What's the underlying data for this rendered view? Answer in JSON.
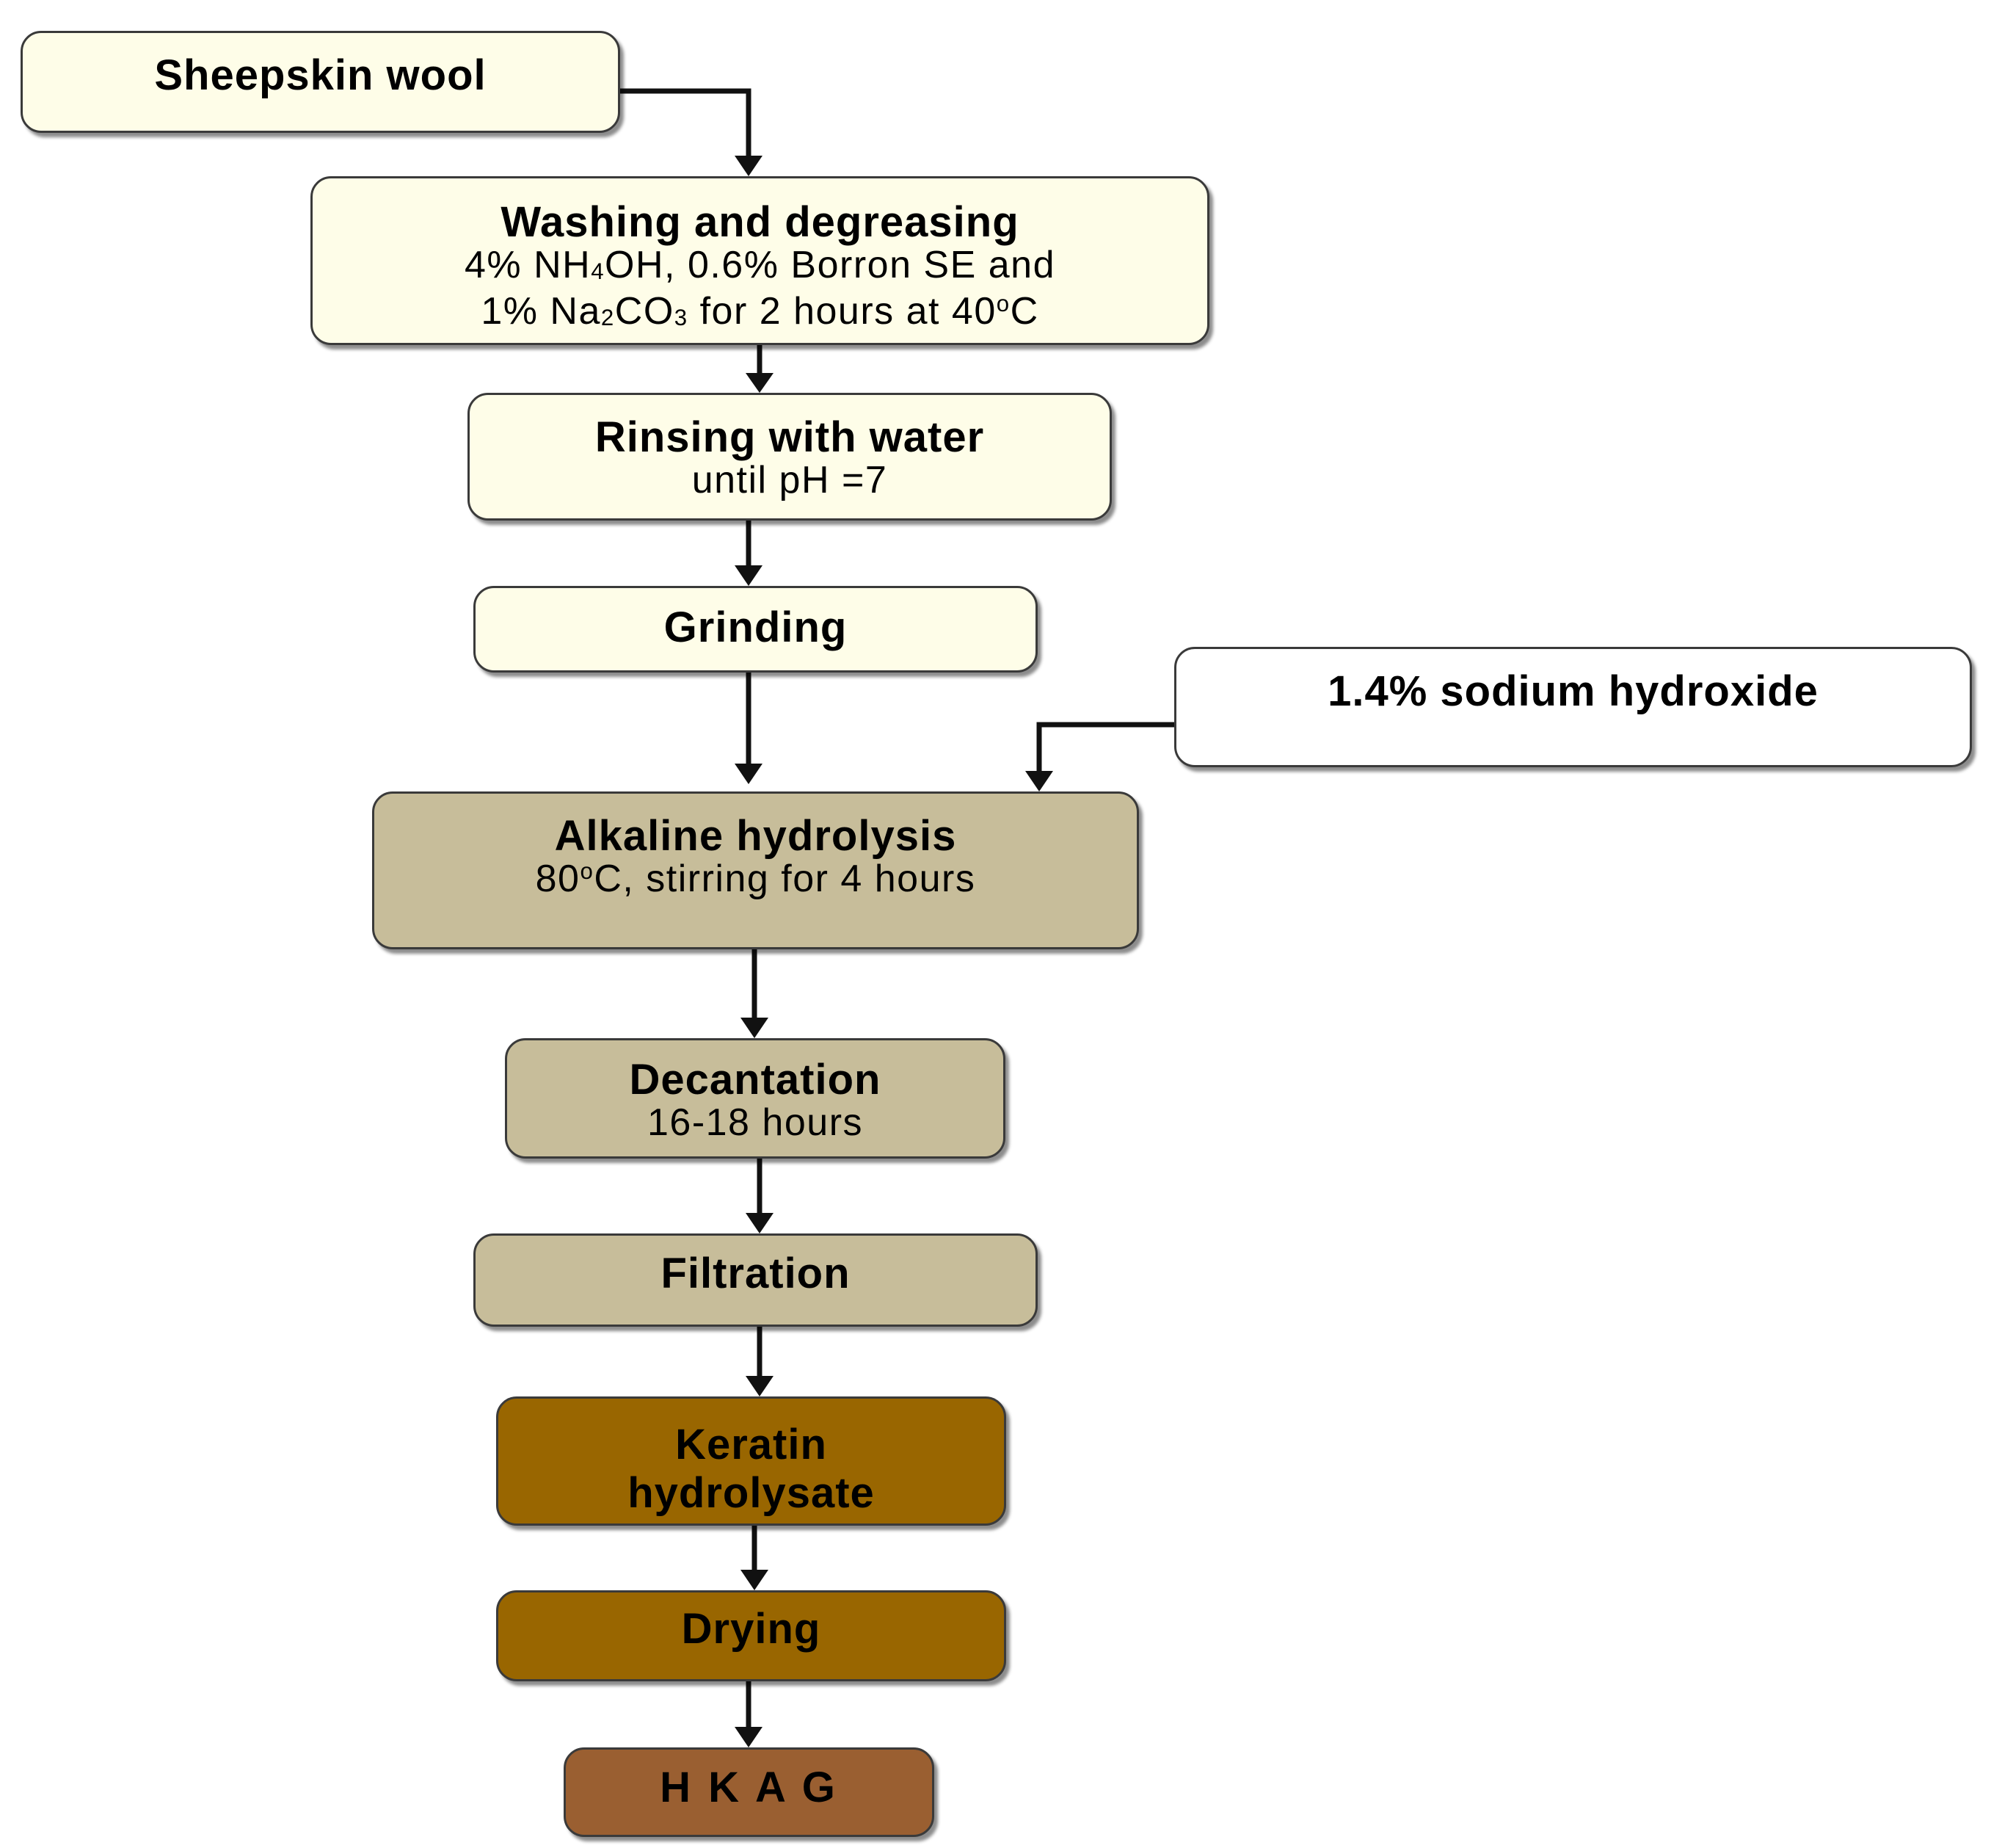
{
  "colors": {
    "light_box": "#fefde8",
    "white_box": "#ffffff",
    "tan_box": "#c7bd9a",
    "brown_box": "#996600",
    "dark_brown_box": "#9a5f31",
    "arrow": "#111111"
  },
  "steps": {
    "sheepskin": {
      "title": "Sheepskin wool"
    },
    "washing": {
      "title": "Washing and degreasing",
      "line1_a": "4% NH",
      "line1_sub": "4",
      "line1_b": "OH, 0.6% Borron SE and",
      "line2_a": "1% Na",
      "line2_sub1": "2",
      "line2_b": "CO",
      "line2_sub2": "3",
      "line2_c": " for 2 hours at 40",
      "line2_sup": "o",
      "line2_d": "C"
    },
    "rinsing": {
      "title": "Rinsing with water",
      "subtitle": "until pH =7"
    },
    "grinding": {
      "title": "Grinding"
    },
    "naoh": {
      "title": "1.4% sodium hydroxide"
    },
    "hydrolysis": {
      "title": "Alkaline hydrolysis",
      "sub_a": "80",
      "sub_sup": "o",
      "sub_b": "C, stirring for 4 hours"
    },
    "decantation": {
      "title": "Decantation",
      "subtitle": "16-18 hours"
    },
    "filtration": {
      "title": "Filtration"
    },
    "keratin": {
      "line1": "Keratin",
      "line2": "hydrolysate"
    },
    "drying": {
      "title": "Drying"
    },
    "hkag": {
      "title": "H K A G"
    }
  }
}
